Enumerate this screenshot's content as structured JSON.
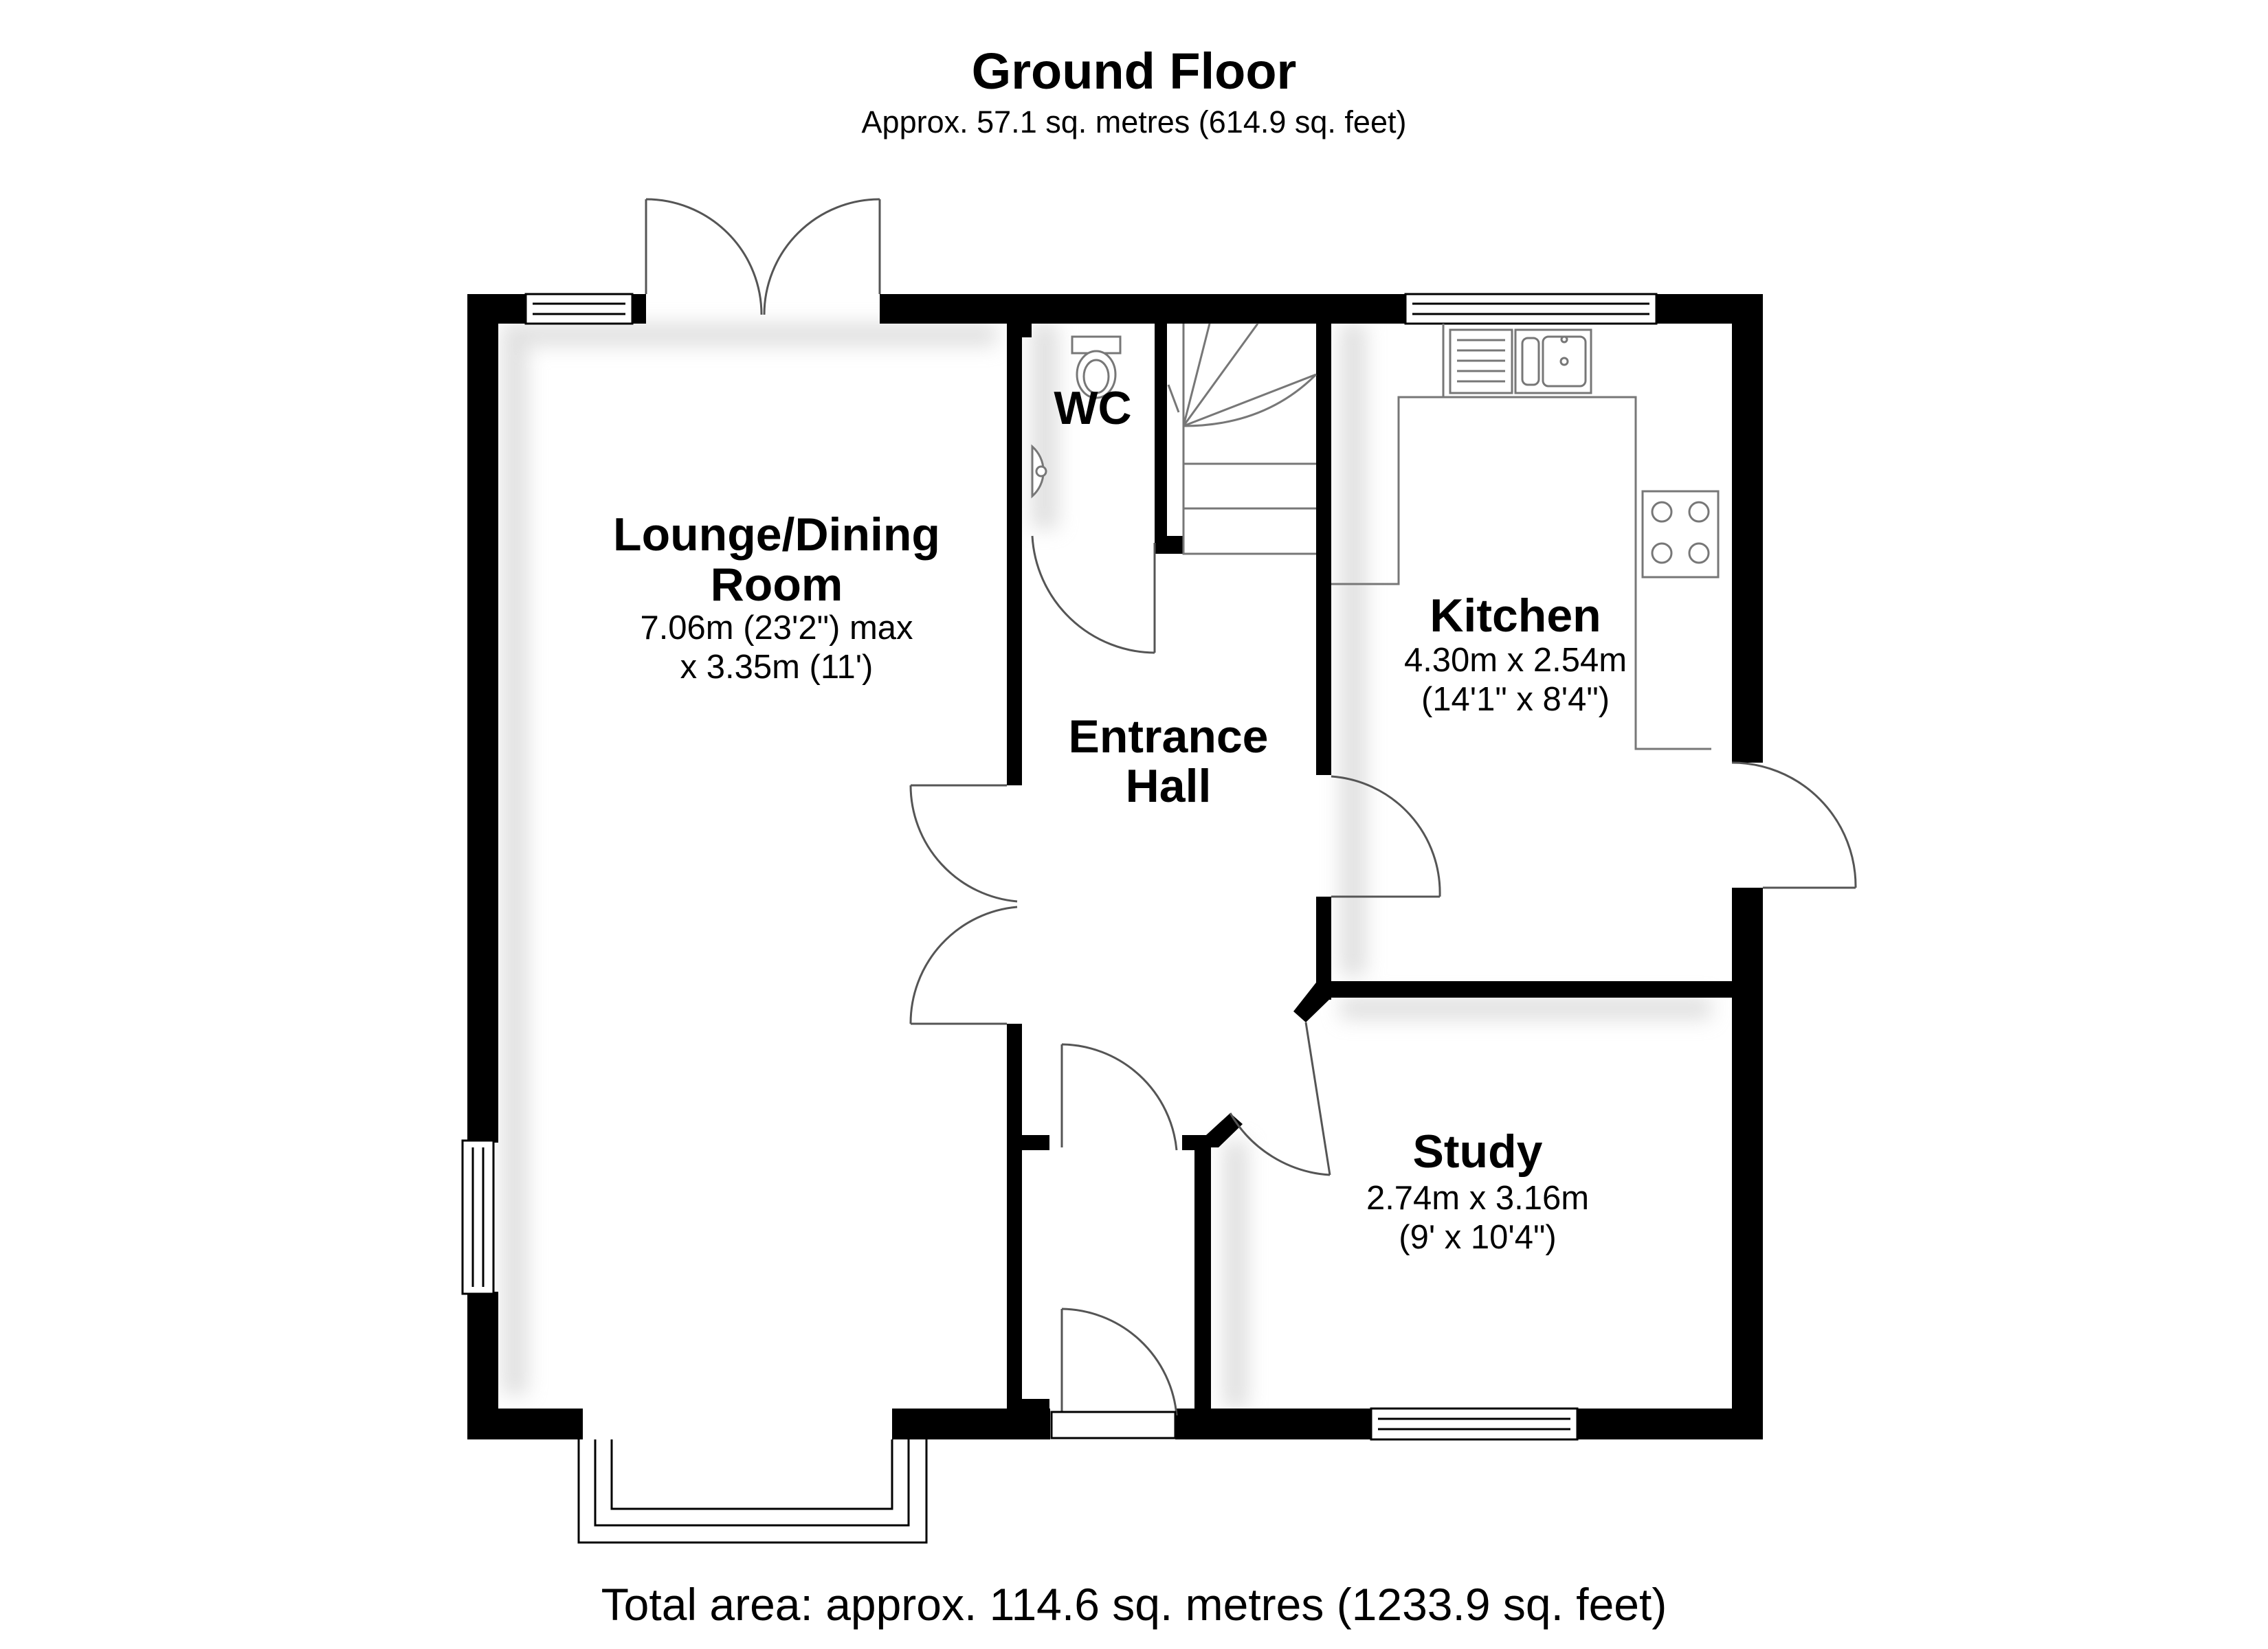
{
  "header": {
    "title": "Ground Floor",
    "area": "Approx. 57.1 sq. metres (614.9 sq. feet)"
  },
  "rooms": {
    "lounge": {
      "name_line1": "Lounge/Dining",
      "name_line2": "Room",
      "dim_line1": "7.06m (23'2\") max",
      "dim_line2": "x 3.35m (11')"
    },
    "wc": {
      "name": "WC"
    },
    "hall": {
      "name_line1": "Entrance",
      "name_line2": "Hall"
    },
    "kitchen": {
      "name": "Kitchen",
      "dim_line1": "4.30m x 2.54m",
      "dim_line2": "(14'1\" x 8'4\")"
    },
    "study": {
      "name": "Study",
      "dim_line1": "2.74m x 3.16m",
      "dim_line2": "(9' x 10'4\")"
    }
  },
  "footer": {
    "total_area": "Total area: approx. 114.6 sq. metres (1233.9 sq. feet)"
  },
  "colors": {
    "wall": "#000000",
    "fixture_line": "#808080",
    "background": "#ffffff"
  }
}
